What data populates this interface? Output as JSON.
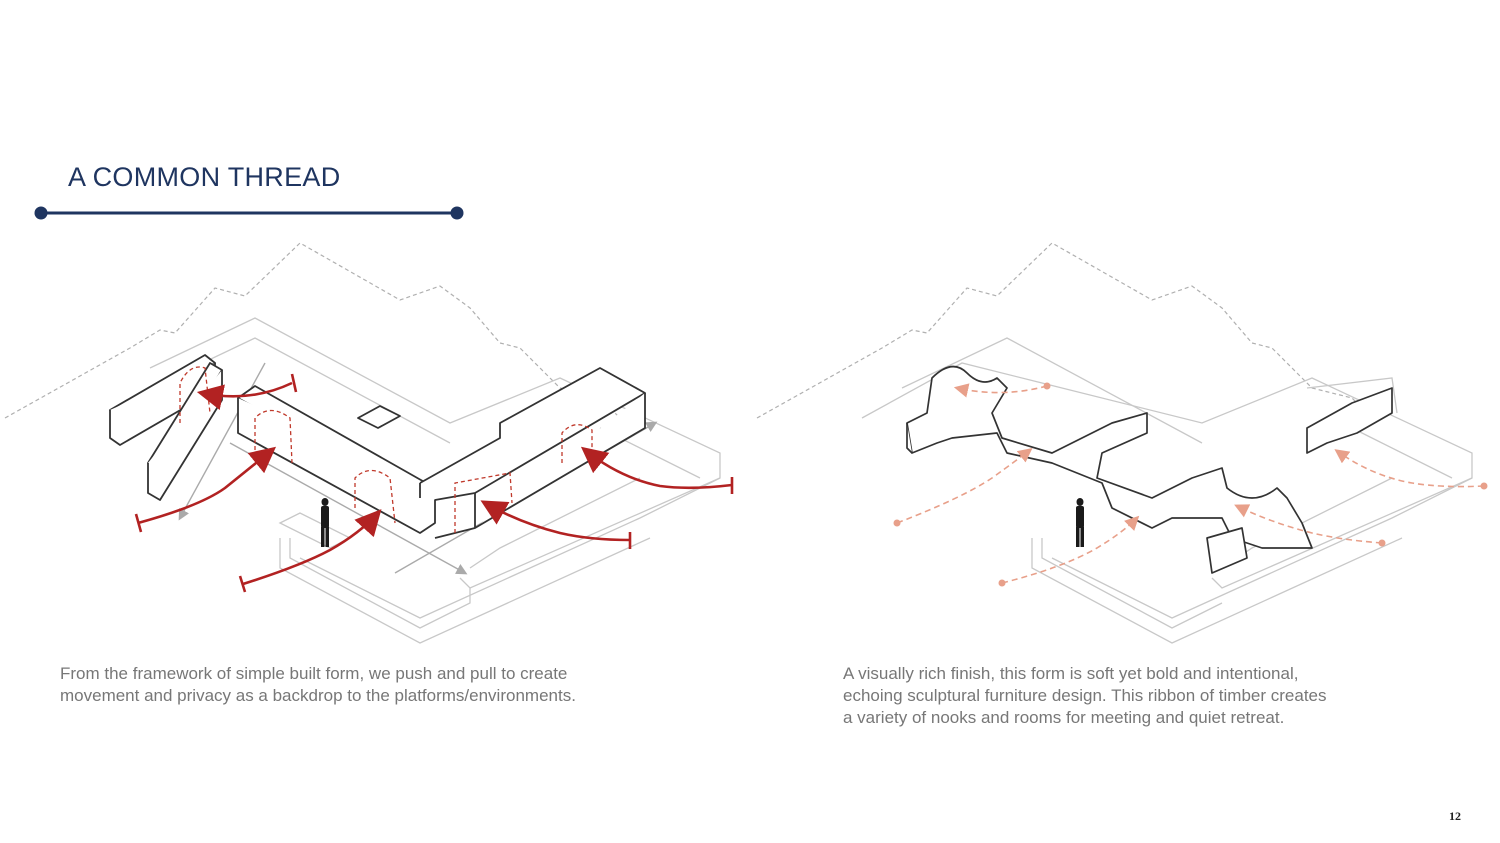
{
  "slide": {
    "title": "A COMMON THREAD",
    "page_number": "12",
    "accent_color": "#1f3560"
  },
  "figures": {
    "left": {
      "caption": "From the framework of simple built form, we push and pull to create\nmovement and privacy  as a backdrop to the platforms/environments.",
      "arrow_color": "#b22222"
    },
    "right": {
      "caption": "A visually rich finish, this form is soft yet bold and intentional,\nechoing sculptural furniture design. This ribbon of timber creates\na variety of nooks and rooms for meeting and quiet retreat.",
      "path_color": "#e8a08a"
    }
  }
}
